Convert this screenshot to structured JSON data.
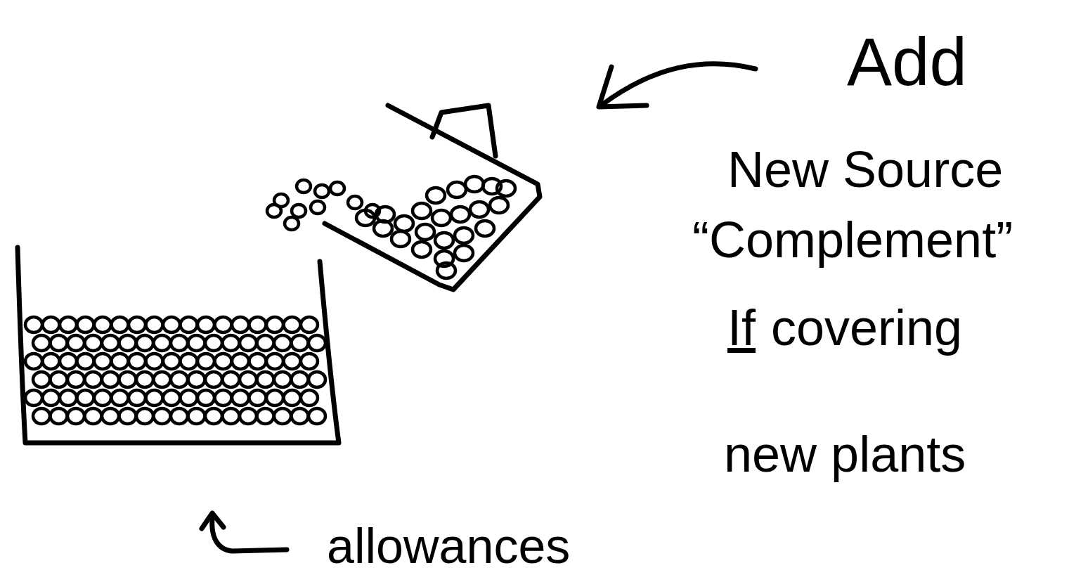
{
  "diagram": {
    "labels": [
      "Add",
      "New Source",
      "“Complement”",
      "If",
      "covering",
      "new plants",
      "allowances"
    ]
  }
}
